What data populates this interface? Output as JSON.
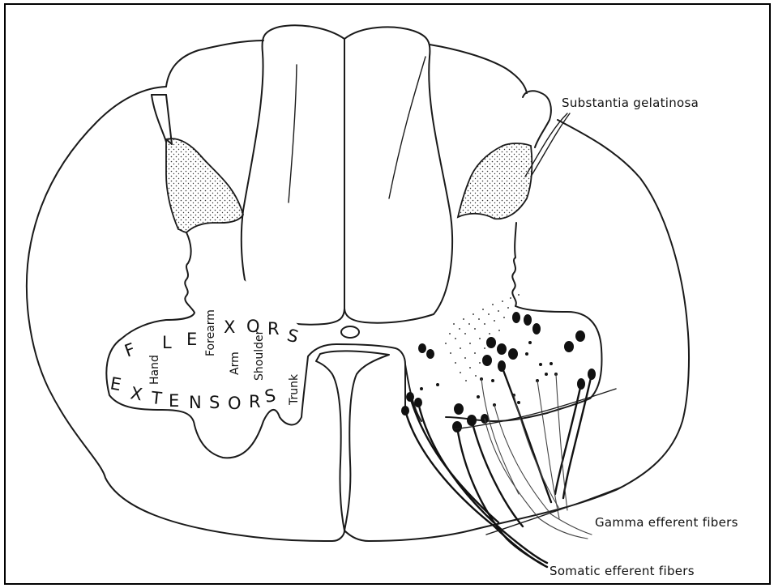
{
  "labels": {
    "substantia": "Substantia gelatinosa",
    "gamma": "Gamma efferent fibers",
    "somatic": "Somatic efferent fibers"
  },
  "letters": {
    "flexors": [
      "F",
      "L",
      "E",
      "X",
      "O",
      "R",
      "S"
    ],
    "extensors": [
      "E",
      "X",
      "T",
      "E",
      "N",
      "S",
      "O",
      "R",
      "S"
    ]
  },
  "segments": {
    "hand": "Hand",
    "forearm": "Forearm",
    "arm": "Arm",
    "shoulder": "Shoulder",
    "trunk": "Trunk"
  }
}
